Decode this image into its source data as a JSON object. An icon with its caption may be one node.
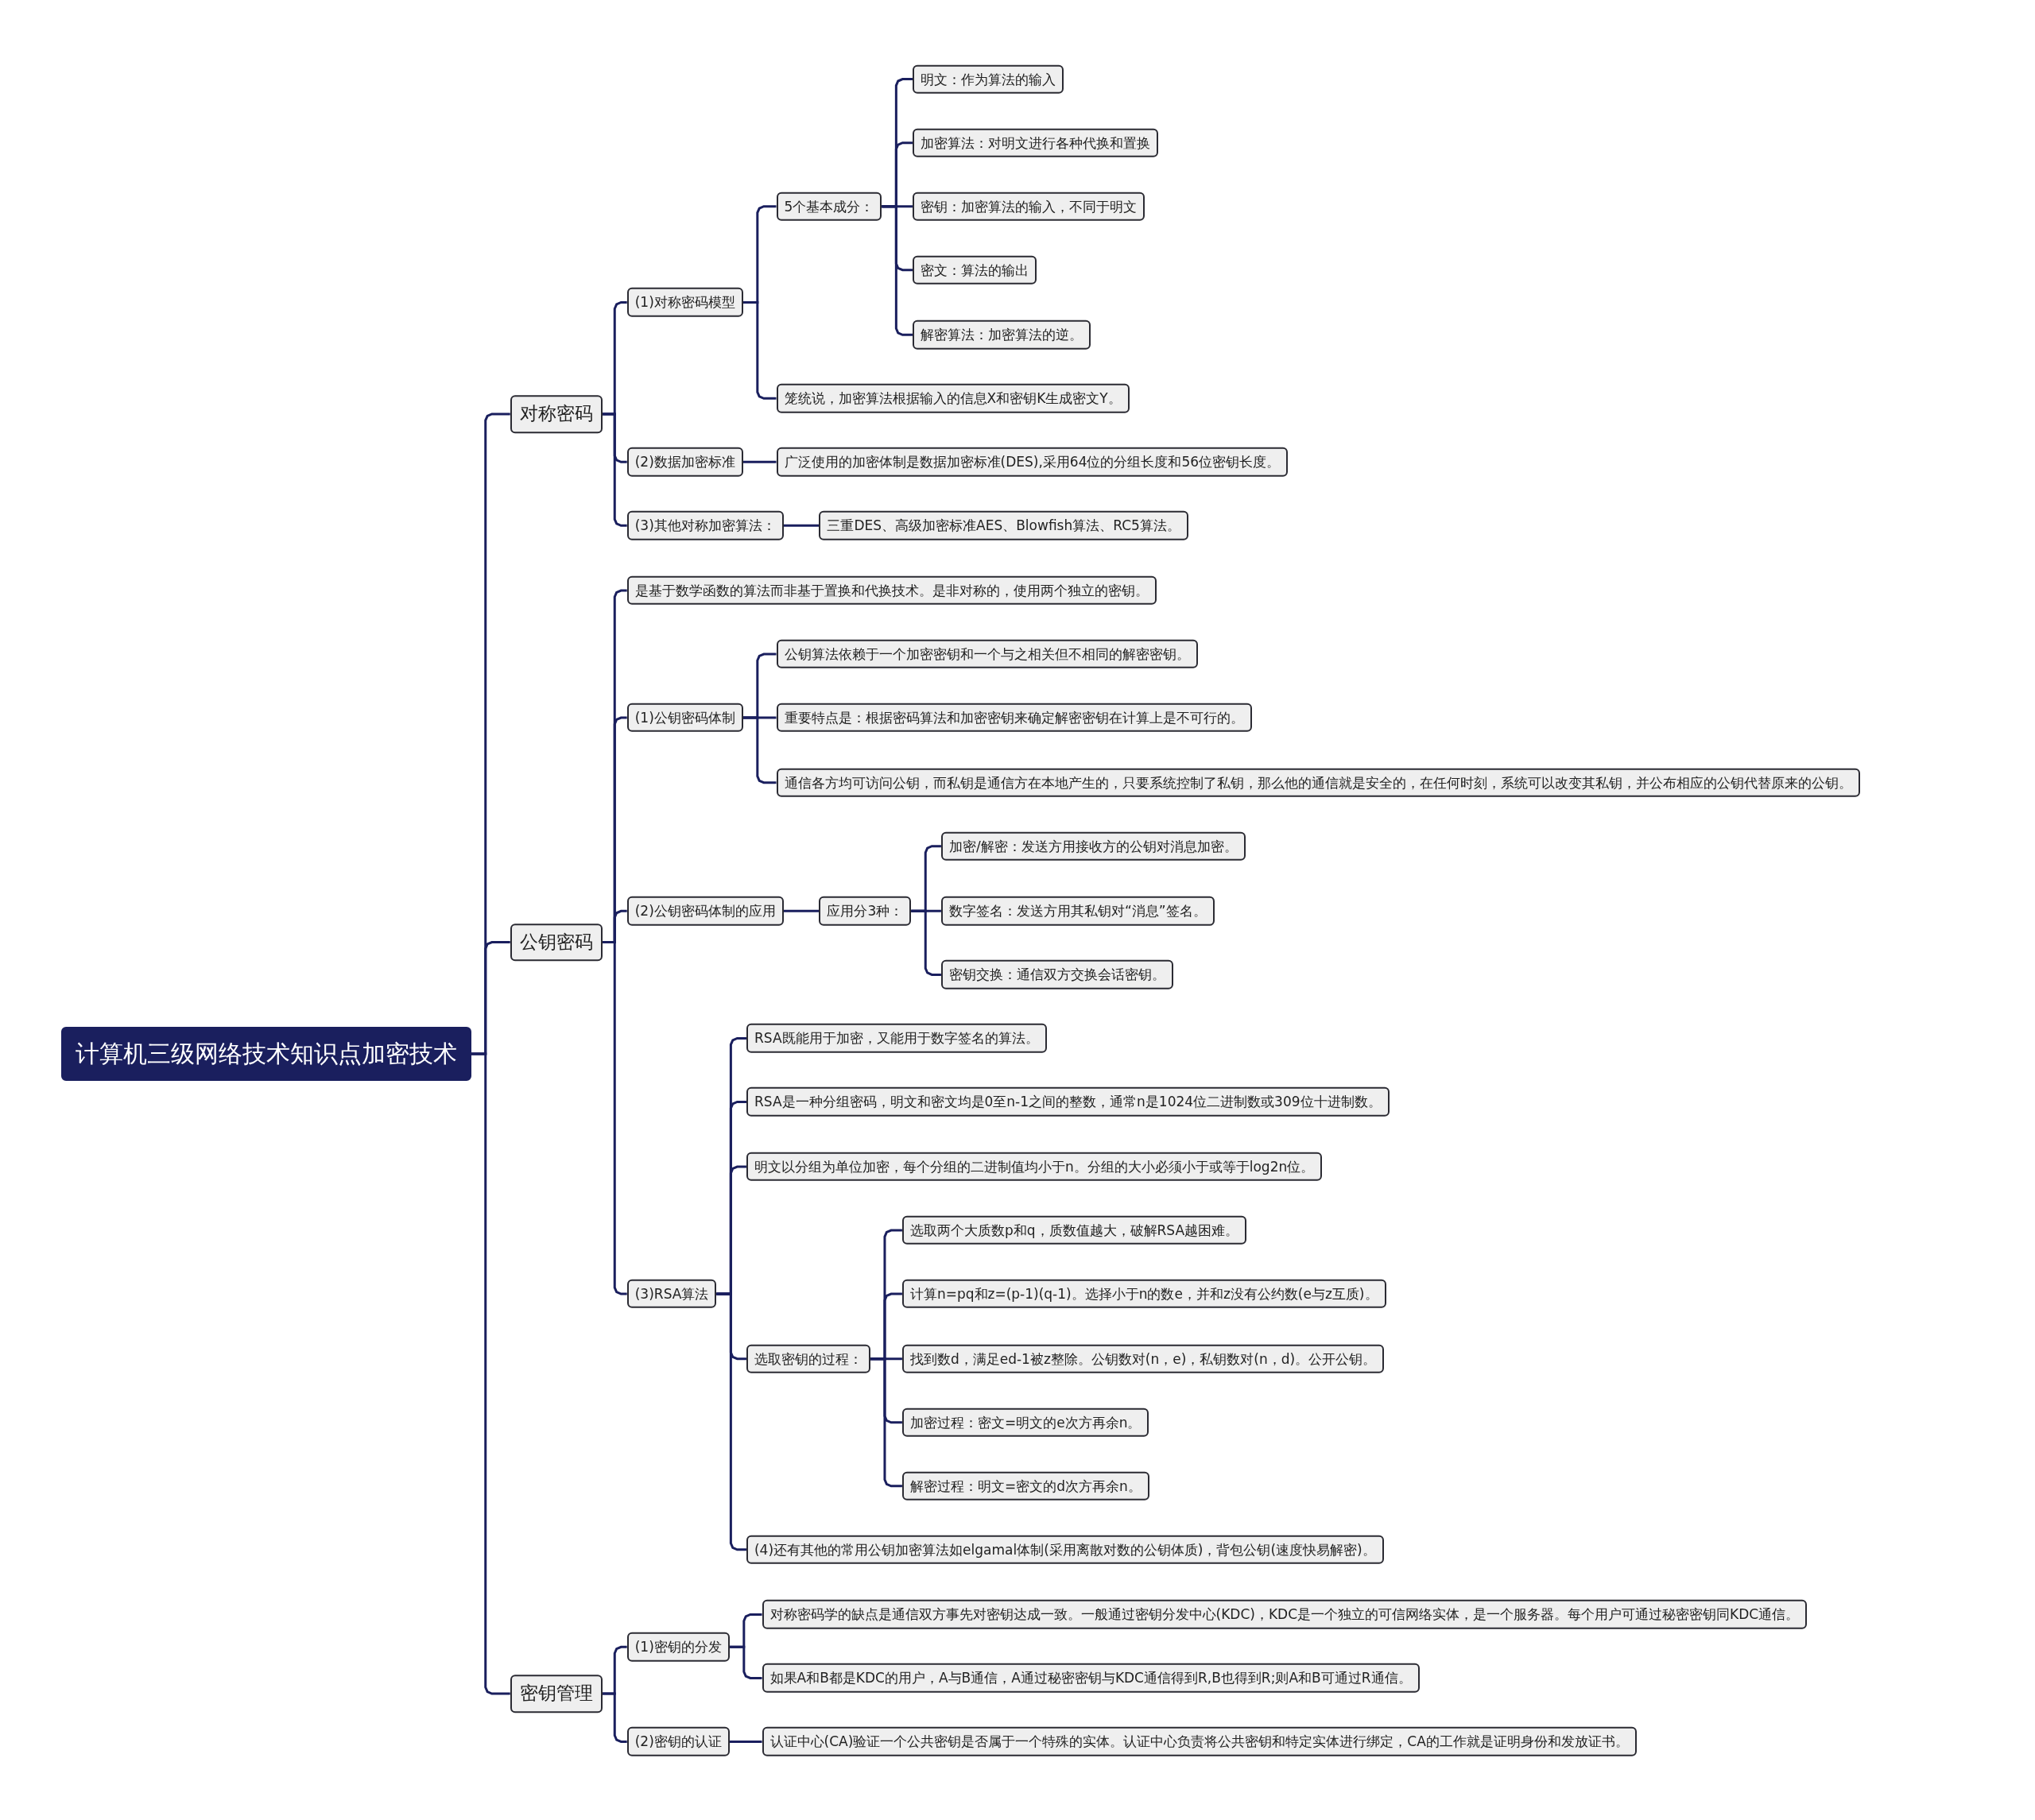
{
  "diagram": {
    "nodes": [
      {
        "text": [
          "计算机三级网络技术知识点加密技术"
        ]
      },
      {
        "text": [
          "对称密码"
        ]
      },
      {
        "text": [
          "(1)对称密码模型"
        ]
      },
      {
        "text": [
          "5个基本成分："
        ]
      },
      {
        "text": [
          "明文：作为算法的输入"
        ]
      },
      {
        "text": [
          "加密算法：对明文进行各种代换和置换"
        ]
      },
      {
        "text": [
          "密钥：加密算法的输入，不同于明文"
        ]
      },
      {
        "text": [
          "密文：算法的输出"
        ]
      },
      {
        "text": [
          "解密算法：加密算法的逆。"
        ]
      },
      {
        "text": [
          "笼统说，加密算法根据输入的信息X和密钥K生成密文Y。"
        ]
      },
      {
        "text": [
          "(2)数据加密标准"
        ]
      },
      {
        "text": [
          "广泛使用的加密体制是数据加密标准(DES),采用64位的分组长度和56位密钥长度。"
        ]
      },
      {
        "text": [
          "(3)其他对称加密算法："
        ]
      },
      {
        "text": [
          "三重DES、高级加密标准AES、Blowfish算法、RC5算法。"
        ]
      },
      {
        "text": [
          "公钥密码"
        ]
      },
      {
        "text": [
          "是基于数学函数的算法而非基于置换和代换技术。是非对称的，使用两个独立的密钥。"
        ]
      },
      {
        "text": [
          "(1)公钥密码体制"
        ]
      },
      {
        "text": [
          "公钥算法依赖于一个加密密钥和一个与之相关但不相同的解密密钥。"
        ]
      },
      {
        "text": [
          "重要特点是：根据密码算法和加密密钥来确定解密密钥在计算上是不可行的。"
        ]
      },
      {
        "text": [
          "通信各方均可访问公钥，而私钥是通信方在本地产生的，只要系统控制了私钥，那么他的通信就是安全的，在任何时刻，系统可以改变其私钥，并公布相应的公钥代替原来的公钥。"
        ]
      },
      {
        "text": [
          "(2)公钥密码体制的应用"
        ]
      },
      {
        "text": [
          "应用分3种："
        ]
      },
      {
        "text": [
          "加密/解密：发送方用接收方的公钥对消息加密。"
        ]
      },
      {
        "text": [
          "数字签名：发送方用其私钥对“消息”签名。"
        ]
      },
      {
        "text": [
          "密钥交换：通信双方交换会话密钥。"
        ]
      },
      {
        "text": [
          "(3)RSA算法"
        ]
      },
      {
        "text": [
          "RSA既能用于加密，又能用于数字签名的算法。"
        ]
      },
      {
        "text": [
          "RSA是一种分组密码，明文和密文均是0至n-1之间的整数，通常n是1024位二进制数或309位十进制数。"
        ]
      },
      {
        "text": [
          "明文以分组为单位加密，每个分组的二进制值均小于n。分组的大小必须小于或等于log2n位。"
        ]
      },
      {
        "text": [
          "选取密钥的过程："
        ]
      },
      {
        "text": [
          "选取两个大质数p和q，质数值越大，破解RSA越困难。"
        ]
      },
      {
        "text": [
          "计算n=pq和z=(p-1)(q-1)。选择小于n的数e，并和z没有公约数(e与z互质)。"
        ]
      },
      {
        "text": [
          "找到数d，满足ed-1被z整除。公钥数对(n，e)，私钥数对(n，d)。公开公钥。"
        ]
      },
      {
        "text": [
          "加密过程：密文=明文的e次方再余n。"
        ]
      },
      {
        "text": [
          "解密过程：明文=密文的d次方再余n。"
        ]
      },
      {
        "text": [
          "(4)还有其他的常用公钥加密算法如elgamal体制(采用离散对数的公钥体质)，背包公钥(速度快易解密)。"
        ]
      },
      {
        "text": [
          "密钥管理"
        ]
      },
      {
        "text": [
          "(1)密钥的分发"
        ]
      },
      {
        "text": [
          "对称密码学的缺点是通信双方事先对密钥达成一致。一般通过密钥分发中心(KDC)，KDC是一个独立的可信网络实体，是一个服务器。每个用户可通过秘密密钥同KDC通信。"
        ]
      },
      {
        "text": [
          "如果A和B都是KDC的用户，A与B通信，A通过秘密密钥与KDC通信得到R,B也得到R;则A和B可通过R通信。"
        ]
      },
      {
        "text": [
          "(2)密钥的认证"
        ]
      },
      {
        "text": [
          "认证中心(CA)验证一个公共密钥是否属于一个特殊的实体。认证中心负责将公共密钥和特定实体进行绑定，CA的工作就是证明身份和发放证书。"
        ]
      }
    ],
    "edges": [
      {
        "from": 0,
        "to": 1,
        "arrow": "none"
      },
      {
        "from": 1,
        "to": 2,
        "arrow": "none"
      },
      {
        "from": 2,
        "to": 3,
        "arrow": "none"
      },
      {
        "from": 3,
        "to": 4,
        "arrow": "none"
      },
      {
        "from": 3,
        "to": 5,
        "arrow": "none"
      },
      {
        "from": 3,
        "to": 6,
        "arrow": "none"
      },
      {
        "from": 3,
        "to": 7,
        "arrow": "none"
      },
      {
        "from": 3,
        "to": 8,
        "arrow": "none"
      },
      {
        "from": 2,
        "to": 9,
        "arrow": "none"
      },
      {
        "from": 1,
        "to": 10,
        "arrow": "none"
      },
      {
        "from": 10,
        "to": 11,
        "arrow": "none"
      },
      {
        "from": 1,
        "to": 12,
        "arrow": "none"
      },
      {
        "from": 12,
        "to": 13,
        "arrow": "none"
      },
      {
        "from": 0,
        "to": 14,
        "arrow": "none"
      },
      {
        "from": 14,
        "to": 15,
        "arrow": "none"
      },
      {
        "from": 14,
        "to": 16,
        "arrow": "none"
      },
      {
        "from": 16,
        "to": 17,
        "arrow": "none"
      },
      {
        "from": 16,
        "to": 18,
        "arrow": "none"
      },
      {
        "from": 16,
        "to": 19,
        "arrow": "none"
      },
      {
        "from": 14,
        "to": 20,
        "arrow": "none"
      },
      {
        "from": 20,
        "to": 21,
        "arrow": "none"
      },
      {
        "from": 21,
        "to": 22,
        "arrow": "none"
      },
      {
        "from": 21,
        "to": 23,
        "arrow": "none"
      },
      {
        "from": 21,
        "to": 24,
        "arrow": "none"
      },
      {
        "from": 14,
        "to": 25,
        "arrow": "none"
      },
      {
        "from": 25,
        "to": 26,
        "arrow": "none"
      },
      {
        "from": 25,
        "to": 27,
        "arrow": "none"
      },
      {
        "from": 25,
        "to": 28,
        "arrow": "none"
      },
      {
        "from": 25,
        "to": 29,
        "arrow": "none"
      },
      {
        "from": 29,
        "to": 30,
        "arrow": "none"
      },
      {
        "from": 29,
        "to": 31,
        "arrow": "none"
      },
      {
        "from": 29,
        "to": 32,
        "arrow": "none"
      },
      {
        "from": 29,
        "to": 33,
        "arrow": "none"
      },
      {
        "from": 29,
        "to": 34,
        "arrow": "none"
      },
      {
        "from": 25,
        "to": 35,
        "arrow": "none"
      },
      {
        "from": 0,
        "to": 36,
        "arrow": "none"
      },
      {
        "from": 36,
        "to": 37,
        "arrow": "none"
      },
      {
        "from": 37,
        "to": 38,
        "arrow": "none"
      },
      {
        "from": 37,
        "to": 39,
        "arrow": "none"
      },
      {
        "from": 36,
        "to": 40,
        "arrow": "none"
      },
      {
        "from": 40,
        "to": 41,
        "arrow": "none"
      }
    ]
  }
}
